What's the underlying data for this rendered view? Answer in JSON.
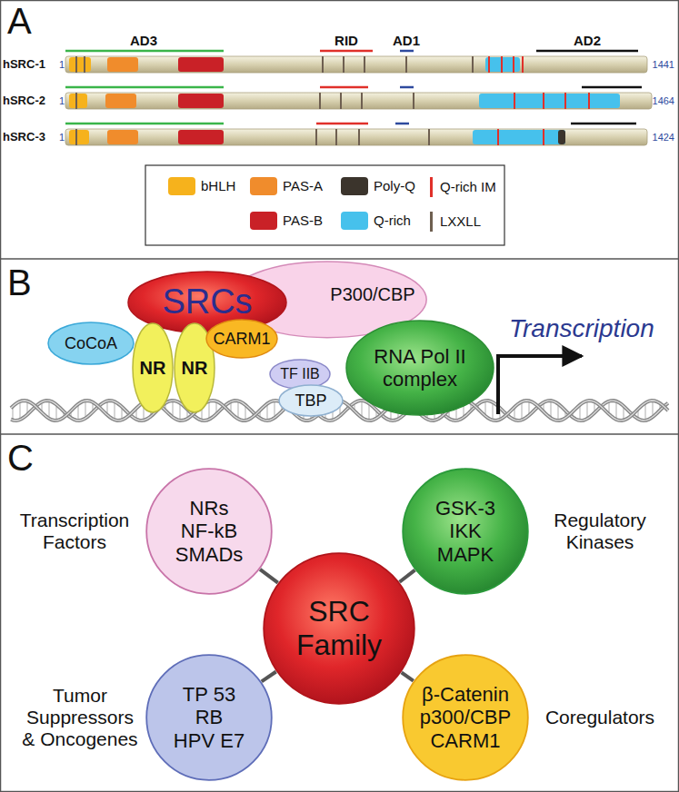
{
  "diagram": {
    "nodes": [
      {
        "text": [
          "hSRC-1",
          "1",
          "1441"
        ]
      },
      {
        "text": [
          "hSRC-2",
          "1",
          "1464"
        ]
      },
      {
        "text": [
          "hSRC-3",
          "1",
          "1424"
        ]
      },
      {
        "text": [
          "SRCs"
        ]
      },
      {
        "text": [
          "P300/CBP"
        ]
      },
      {
        "text": [
          "CoCoA"
        ]
      },
      {
        "text": [
          "CARM1"
        ]
      },
      {
        "text": [
          "NR"
        ]
      },
      {
        "text": [
          "NR"
        ]
      },
      {
        "text": [
          "RNA Pol II complex"
        ]
      },
      {
        "text": [
          "TF IIB"
        ]
      },
      {
        "text": [
          "TBP"
        ]
      },
      {
        "text": [
          "Transcription Factors",
          "NRs",
          "NF-kB",
          "SMADs"
        ]
      },
      {
        "text": [
          "Regulatory Kinases",
          "GSK-3",
          "IKK",
          "MAPK"
        ]
      },
      {
        "text": [
          "SRC Family"
        ]
      },
      {
        "text": [
          "Tumor Suppressors & Oncogenes",
          "TP 53",
          "RB",
          "HPV E7"
        ]
      },
      {
        "text": [
          "Coregulators",
          "β-Catenin",
          "p300/CBP",
          "CARM1"
        ]
      }
    ],
    "edges": [
      {
        "from": 14,
        "to": 12,
        "arrow": "none"
      },
      {
        "from": 14,
        "to": 13,
        "arrow": "none"
      },
      {
        "from": 14,
        "to": 15,
        "arrow": "none"
      },
      {
        "from": 14,
        "to": 16,
        "arrow": "none"
      }
    ],
    "labels": [
      "A",
      "AD3",
      "RID",
      "AD1",
      "AD2",
      "B",
      "Transcription",
      "C"
    ],
    "legend": [
      {
        "text": "bHLH",
        "color": "#f6b21c"
      },
      {
        "text": "PAS-A",
        "color": "#f08c2c"
      },
      {
        "text": "Poly-Q",
        "color": "#3b342c"
      },
      {
        "text": "Q-rich IM"
      },
      {
        "text": "PAS-B",
        "color": "#c92127"
      },
      {
        "text": "Q-rich",
        "color": "#46c1ec"
      },
      {
        "text": "LXXLL"
      }
    ]
  }
}
